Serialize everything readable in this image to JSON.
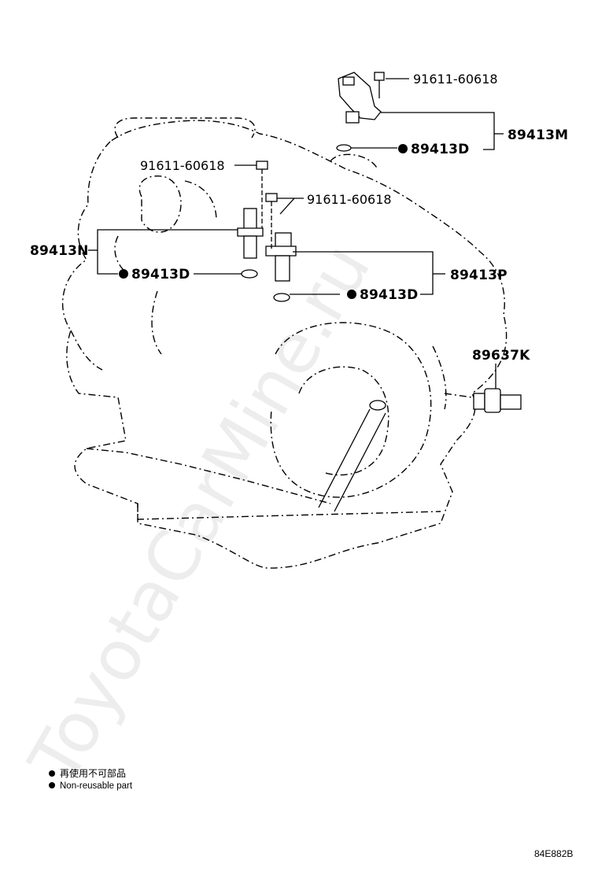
{
  "watermark": "ToyotaCarMine.ru",
  "callouts": {
    "n91611_top": "91611-60618",
    "n89413m": "89413M",
    "n89413d_top": "89413D",
    "n91611_left": "91611-60618",
    "n91611_mid": "91611-60618",
    "n89413n": "89413N",
    "n89413d_left": "89413D",
    "n89413p": "89413P",
    "n89413d_mid": "89413D",
    "n89637k": "89637K"
  },
  "legend": {
    "ja": "再使用不可部品",
    "en": "Non-reusable part"
  },
  "diagram_code": "84E882B"
}
